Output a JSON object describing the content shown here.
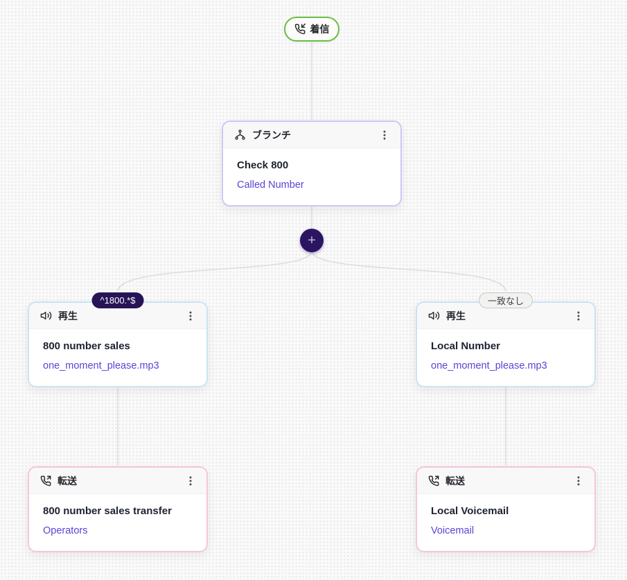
{
  "flow": {
    "trigger": {
      "label": "着信",
      "icon": "phone-incoming-icon"
    },
    "plus_label": "+",
    "nodes": [
      {
        "id": "branch",
        "type_label": "ブランチ",
        "icon": "branch-icon",
        "title": "Check 800",
        "link": "Called Number"
      },
      {
        "id": "play-800",
        "type_label": "再生",
        "icon": "volume-icon",
        "title": "800 number sales",
        "link": "one_moment_please.mp3",
        "branch_label": "^1800.*$"
      },
      {
        "id": "play-local",
        "type_label": "再生",
        "icon": "volume-icon",
        "title": "Local Number",
        "link": "one_moment_please.mp3",
        "branch_label": "一致なし"
      },
      {
        "id": "transfer-800",
        "type_label": "転送",
        "icon": "phone-outgoing-icon",
        "title": "800 number sales transfer",
        "link": "Operators"
      },
      {
        "id": "transfer-local",
        "type_label": "転送",
        "icon": "phone-outgoing-icon",
        "title": "Local Voicemail",
        "link": "Voicemail"
      }
    ]
  },
  "colors": {
    "trigger_border": "#6abf47",
    "branch_accent": "#d3c4f6",
    "play_accent": "#c8e3f3",
    "transfer_accent": "#f6c6d8",
    "link_text": "#5b43d6",
    "plus_background": "#2b1563",
    "match_pill_background": "#261457",
    "no_match_pill_background": "#f2f2f1",
    "connector": "#dcdcdf"
  }
}
